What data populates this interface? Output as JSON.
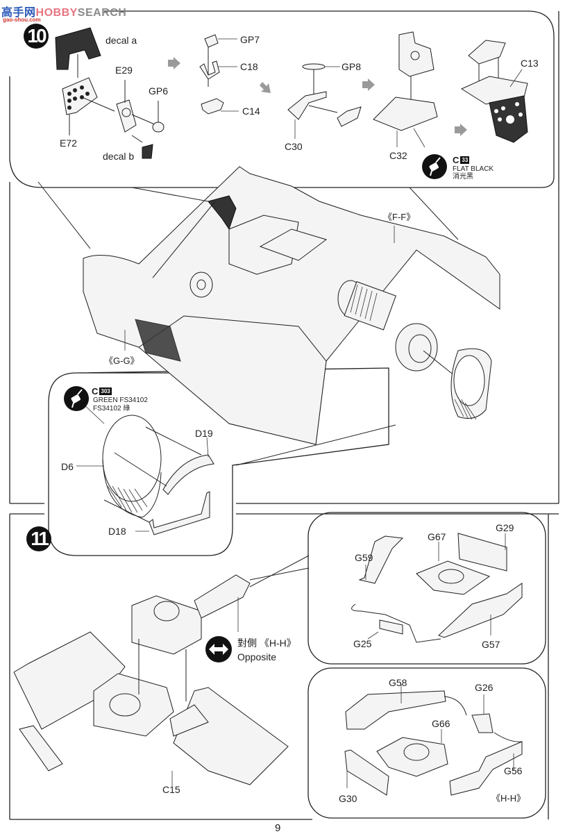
{
  "watermark": {
    "brand_cn": "高手网",
    "brand_en_a": "HOBBY",
    "brand_en_b": "SEARCH",
    "url": "gao-shou.com"
  },
  "step10": {
    "number": "10",
    "parts": {
      "decal_a": "decal a",
      "decal_b": "decal b",
      "e29": "E29",
      "gp6": "GP6",
      "e72": "E72",
      "gp7": "GP7",
      "c18": "C18",
      "c14": "C14",
      "gp8": "GP8",
      "c30": "C30",
      "c32": "C32",
      "c13": "C13"
    },
    "paint": {
      "code_letter": "C",
      "code_number": "33",
      "name_en": "FLAT BLACK",
      "name_cn": "消光黑"
    },
    "section_labels": {
      "ff": "《F-F》",
      "gg": "《G-G》"
    },
    "callout_paint": {
      "code_letter": "C",
      "code_number": "303",
      "name_en": "GREEN FS34102",
      "name_cn": "FS34102 綠"
    },
    "callout_parts": {
      "d19": "D19",
      "d6": "D6",
      "d18": "D18"
    }
  },
  "step11": {
    "number": "11",
    "opposite_cn": "對側 《H-H》",
    "opposite_en": "Opposite",
    "main_part": "C15",
    "upper_box_parts": {
      "g67": "G67",
      "g29": "G29",
      "g59": "G59",
      "g25": "G25",
      "g57": "G57"
    },
    "lower_box_parts": {
      "g58": "G58",
      "g26": "G26",
      "g66": "G66",
      "g30": "G30",
      "g56": "G56",
      "hh": "《H-H》"
    }
  },
  "page_number": "9"
}
